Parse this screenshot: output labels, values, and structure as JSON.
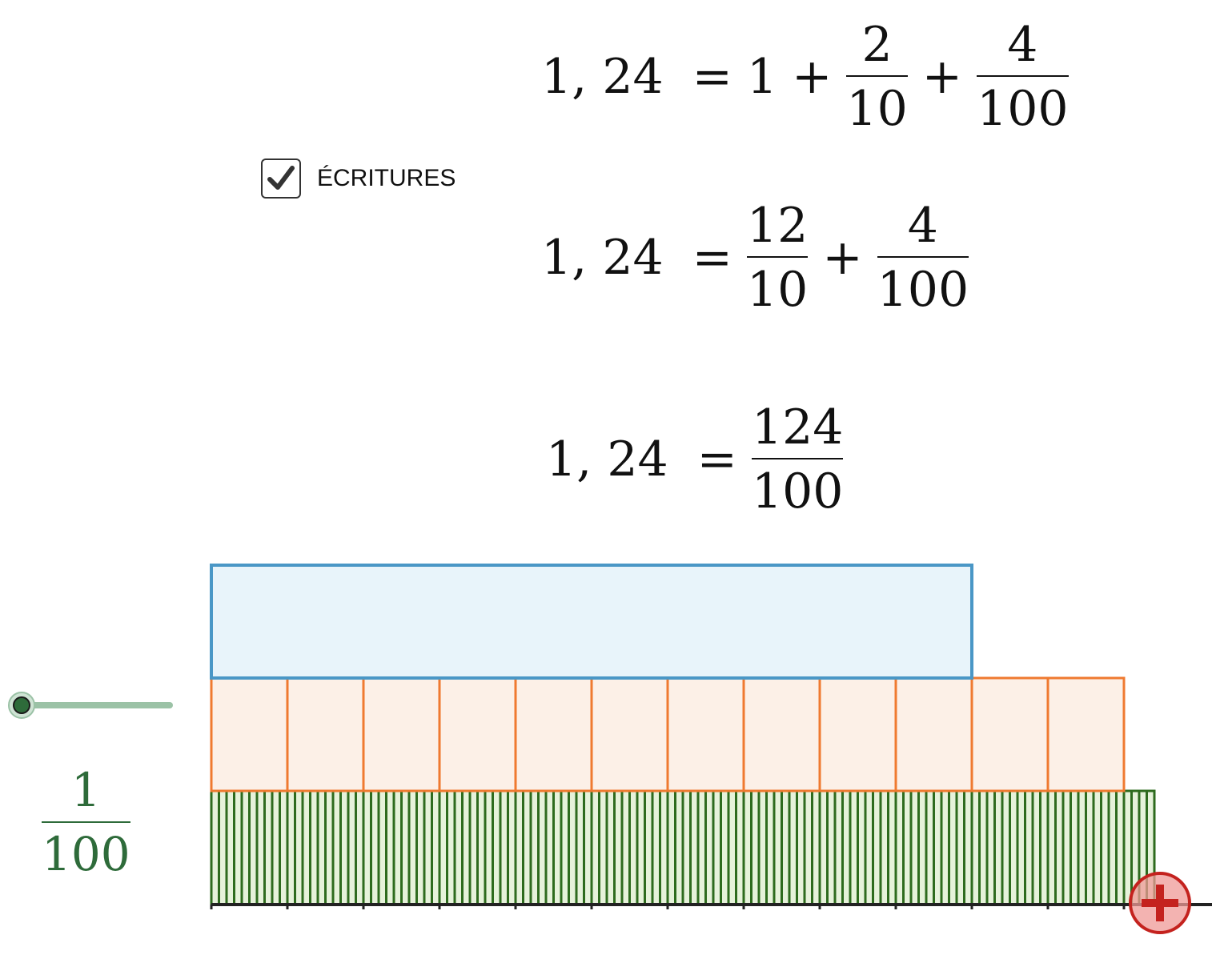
{
  "equations": [
    {
      "lhs": "1, 24",
      "eq": "=",
      "terms": [
        {
          "text": "1"
        },
        {
          "op": "+"
        },
        {
          "num": "2",
          "den": "10"
        },
        {
          "op": "+"
        },
        {
          "num": "4",
          "den": "100"
        }
      ]
    },
    {
      "lhs": "1, 24",
      "eq": "=",
      "terms": [
        {
          "num": "12",
          "den": "10"
        },
        {
          "op": "+"
        },
        {
          "num": "4",
          "den": "100"
        }
      ]
    },
    {
      "lhs": "1, 24",
      "eq": "=",
      "terms": [
        {
          "num": "124",
          "den": "100"
        }
      ]
    }
  ],
  "toggle": {
    "label": "ÉCRITURES",
    "checked": true
  },
  "slider": {
    "value_label": {
      "num": "1",
      "den": "100"
    }
  },
  "diagram": {
    "unit_bar": {
      "value": 1,
      "color": "#4a97c6",
      "fill": "#e8f4fa"
    },
    "tenths_row": {
      "count": 12,
      "color": "#ef7a30",
      "fill": "#fcf0e7"
    },
    "hundredths_row": {
      "count": 124,
      "color": "#2e6b1e",
      "fill": "#e6f2da"
    },
    "axis_ticks": 13
  },
  "colors": {
    "slider": "#2e6b3a",
    "add_button": "#c4221e"
  },
  "icons": [
    "check-icon",
    "plus-icon"
  ]
}
